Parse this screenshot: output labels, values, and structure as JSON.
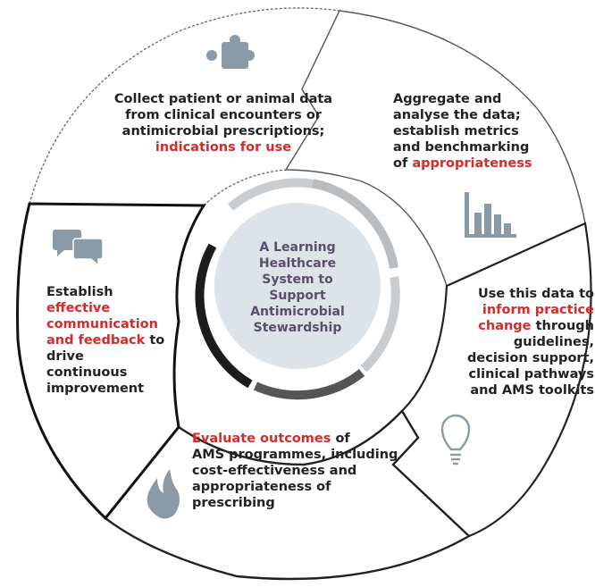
{
  "colors": {
    "text": "#222222",
    "highlight": "#d42b2b",
    "icon": "#8a9aa6",
    "center_fill": "#dde3e8",
    "center_text": "#5a4e6b",
    "inner_ring_light": "#c9cdd0",
    "inner_ring_dark": "#1c1c1c"
  },
  "center": {
    "lines": [
      "A Learning",
      "Healthcare",
      "System to",
      "Support",
      "Antimicrobial",
      "Stewardship"
    ]
  },
  "segments": [
    {
      "icon": "puzzle-icon",
      "line1": "Collect patient or animal data",
      "line2": "from clinical encounters or",
      "line3": "antimicrobial prescriptions;",
      "highlight": "indications for use"
    },
    {
      "icon": "bar-chart-icon",
      "line1": "Aggregate and",
      "line2": "analyse the data;",
      "line3": "establish metrics",
      "line4": "and benchmarking",
      "prefix": "of",
      "highlight": "appropriateness"
    },
    {
      "icon": "lightbulb-icon",
      "line1": "Use this data to",
      "highlight1": "inform practice",
      "highlight2": "change",
      "suffix": "through",
      "line4": "guidelines,",
      "line5": "decision support,",
      "line6": "clinical pathways",
      "line7": "and AMS toolkits"
    },
    {
      "icon": "flame-icon",
      "highlight": "Evaluate outcomes",
      "suffix": "of",
      "line2": "AMS programmes, including",
      "line3": "cost-effectiveness and",
      "line4": "appropriateness of",
      "line5": "prescribing"
    },
    {
      "icon": "chat-bubbles-icon",
      "line1": "Establish",
      "highlight1": "effective",
      "highlight2": "communication",
      "highlight3": "and feedback",
      "suffix": "to",
      "line5": "drive",
      "line6": "continuous",
      "line7": "improvement"
    }
  ]
}
